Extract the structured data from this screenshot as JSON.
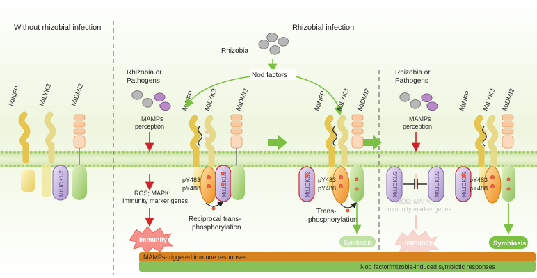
{
  "panels": {
    "left_title": "Without rhizobial infection",
    "right_title": "Rhizobial infection"
  },
  "top": {
    "rhizobia": "Rhizobia",
    "nod_factors": "Nod factors"
  },
  "receptors": {
    "nfp": "MtNFP",
    "lyk3": "MtLYK3",
    "dmi2": "MtDMI2",
    "lick": "MtLICK1/2"
  },
  "labels": {
    "rhizobia_or": "Rhizobia or",
    "pathogens": "Pathogens",
    "mamps": "MAMPs",
    "perception": "perception",
    "ros_line": "ROS; MAPK;",
    "immunity_genes": "Immunity marker genes",
    "immunity": "Immunity",
    "py483": "pY483",
    "py488": "pY488",
    "reciprocal_1": "Reciprocal trans-",
    "reciprocal_2": "phosphorylation",
    "trans_1": "Trans-",
    "trans_2": "phosphorylation",
    "symbiosis": "Symbiosis"
  },
  "bars": {
    "mamps_bar": "MAMPs-triggered immune responses",
    "nod_bar": "Nod factor/rhizobia-induced symbiotic responses"
  },
  "colors": {
    "nfp_yellow": "#f4e08a",
    "lyk3_green": "#d8e58a",
    "dmi2_orange": "#f9c9a1",
    "lick_purple": "#c7b6dc",
    "kinase_orange": "#f2a540",
    "arrow_red": "#d2232a",
    "arrow_green": "#7bc043",
    "immune_bar": "#d6831f",
    "symbiosis_bar": "#8ac05a"
  }
}
